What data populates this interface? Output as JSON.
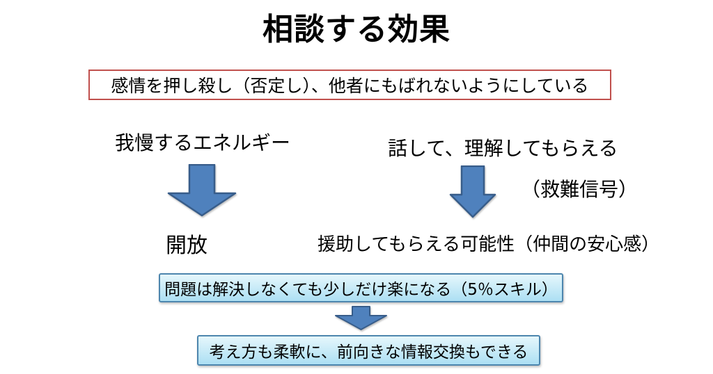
{
  "title": "相談する効果",
  "suppression_box": {
    "text": "感情を押し殺し（否定し）、他者にもばれないようにしている"
  },
  "left_flow": {
    "top": "我慢するエネルギー",
    "result": "開放"
  },
  "right_flow": {
    "top": "話して、理解してもらえる",
    "side_note": "（救難信号）",
    "result": "援助してもらえる可能性（仲間の安心感）"
  },
  "bottom_boxes": {
    "first": "問題は解決しなくても少しだけ楽になる（5％スキル）",
    "second": "考え方も柔軟に、前向きな情報交換もできる"
  },
  "icons": {
    "left_arrow": "down-arrow",
    "right_arrow": "down-arrow",
    "small_arrow": "down-arrow"
  },
  "colors": {
    "red_border": "#C0504D",
    "arrow_fill": "#4F81BD",
    "arrow_stroke": "#385D8A",
    "blue_box_border": "#4D86AE",
    "blue_box_top": "#E6F7FC",
    "blue_box_bottom": "#ACDFF3",
    "text": "#000000",
    "background": "#FFFFFF"
  }
}
